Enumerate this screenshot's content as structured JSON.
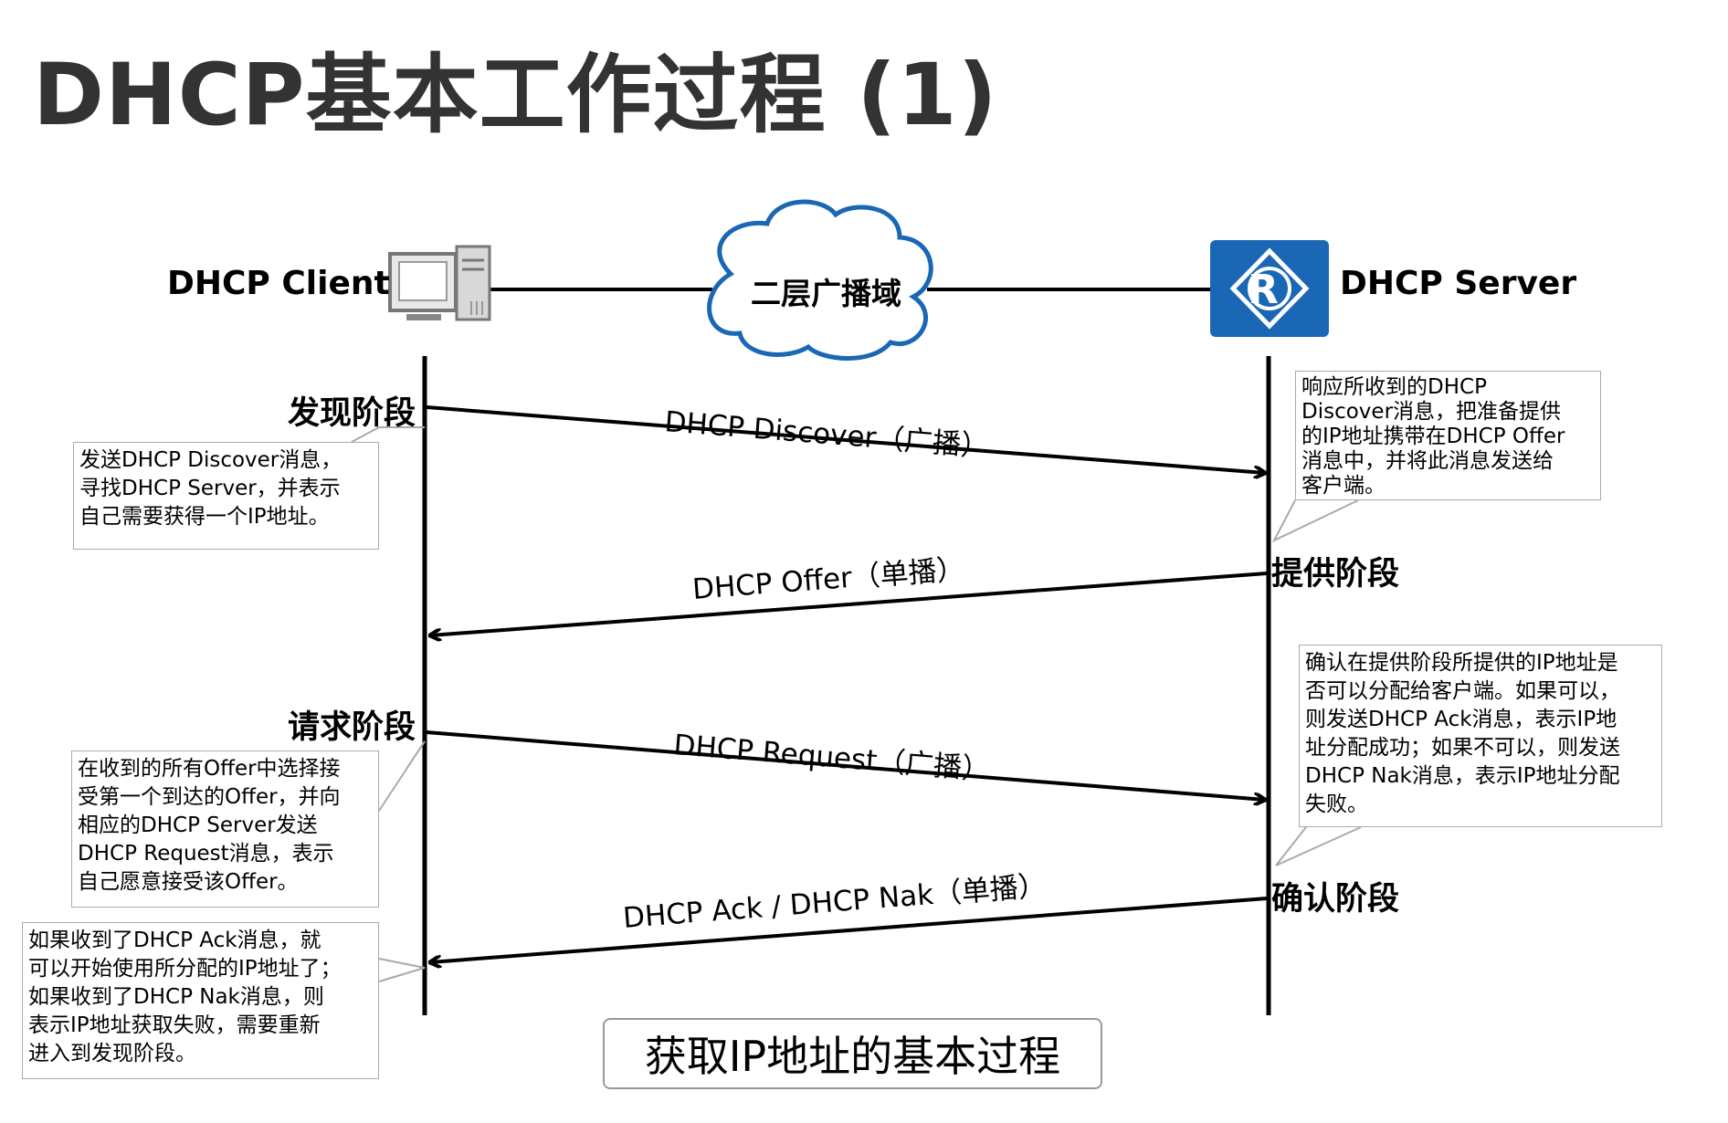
{
  "title": "DHCP基本工作过程 (1)",
  "actors": {
    "client": {
      "label": "DHCP Client",
      "icon": "computer-icon"
    },
    "network": {
      "label": "二层广播域",
      "icon": "cloud-icon"
    },
    "server": {
      "label": "DHCP Server",
      "icon": "router-icon",
      "color": "#1a67b5"
    }
  },
  "phases": {
    "discover": "发现阶段",
    "offer": "提供阶段",
    "request": "请求阶段",
    "ack": "确认阶段"
  },
  "messages": {
    "discover": "DHCP Discover（广播）",
    "offer": "DHCP Offer（单播）",
    "request": "DHCP Request（广播）",
    "ack": "DHCP Ack / DHCP Nak（单播）"
  },
  "notes": {
    "discover": [
      "发送DHCP Discover消息，",
      "寻找DHCP Server，并表示",
      "自己需要获得一个IP地址。"
    ],
    "offer": [
      "响应所收到的DHCP",
      "Discover消息，把准备提供",
      "的IP地址携带在DHCP Offer",
      "消息中，并将此消息发送给",
      "客户端。"
    ],
    "request": [
      "在收到的所有Offer中选择接",
      "受第一个到达的Offer，并向",
      "相应的DHCP Server发送",
      "DHCP Request消息，表示",
      "自己愿意接受该Offer。"
    ],
    "ack": [
      "确认在提供阶段所提供的IP地址是",
      "否可以分配给客户端。如果可以，",
      "则发送DHCP Ack消息，表示IP地",
      "址分配成功；如果不可以，则发送",
      "DHCP Nak消息，表示IP地址分配",
      "失败。"
    ],
    "result": [
      "如果收到了DHCP Ack消息，就",
      "可以开始使用所分配的IP地址了；",
      "如果收到了DHCP Nak消息，则",
      "表示IP地址获取失败，需要重新",
      "进入到发现阶段。"
    ]
  },
  "caption": "获取IP地址的基本过程",
  "colors": {
    "line": "#000000",
    "cloud_stroke": "#1a67b5",
    "note_border": "#aaaaaa"
  }
}
